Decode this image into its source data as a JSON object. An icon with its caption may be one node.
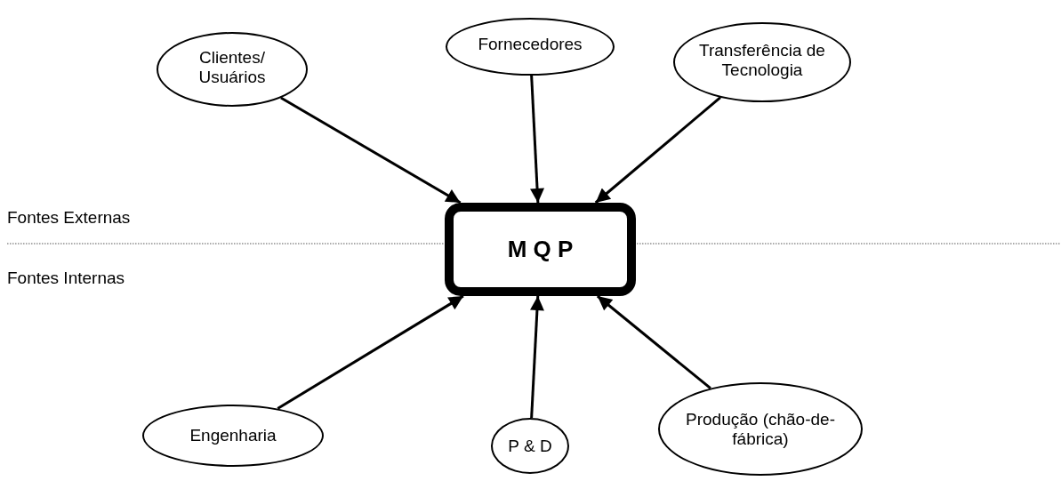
{
  "diagram": {
    "nodes": [
      {
        "text": [
          "Clientes/ Usuários"
        ]
      },
      {
        "text": [
          "Fornecedores"
        ]
      },
      {
        "text": [
          "Transferência de Tecnologia"
        ]
      },
      {
        "text": [
          "M Q P"
        ]
      },
      {
        "text": [
          "Engenharia"
        ]
      },
      {
        "text": [
          "P & D"
        ]
      },
      {
        "text": [
          "Produção (chão-de-fábrica)"
        ]
      }
    ],
    "edges": [
      {
        "from": 0,
        "to": 3,
        "arrow": "to"
      },
      {
        "from": 1,
        "to": 3,
        "arrow": "to"
      },
      {
        "from": 2,
        "to": 3,
        "arrow": "to"
      },
      {
        "from": 4,
        "to": 3,
        "arrow": "to"
      },
      {
        "from": 5,
        "to": 3,
        "arrow": "to"
      },
      {
        "from": 6,
        "to": 3,
        "arrow": "to"
      }
    ],
    "labels": [
      "Fontes Externas",
      "Fontes Internas"
    ]
  }
}
